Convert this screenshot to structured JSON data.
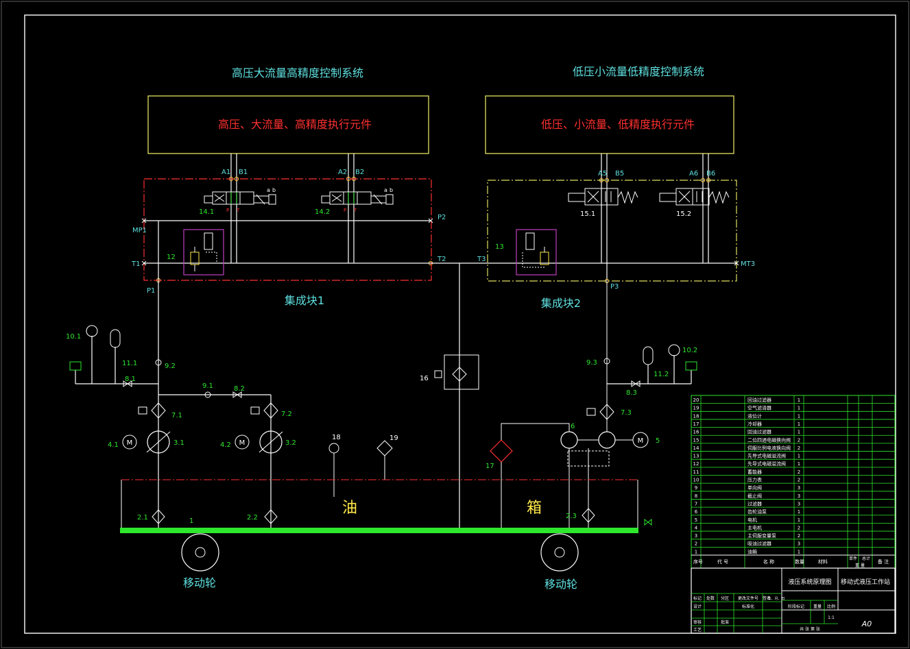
{
  "titles": {
    "system_left": "高压大流量高精度控制系统",
    "system_right": "低压小流量低精度控制系统",
    "actuator_left": "高压、大流量、高精度执行元件",
    "actuator_right": "低压、小流量、低精度执行元件",
    "block1": "集成块1",
    "block2": "集成块2",
    "tank_left": "油",
    "tank_right": "箱",
    "wheel_left": "移动轮",
    "wheel_right": "移动轮"
  },
  "ports": {
    "A1": "A1",
    "B1": "B1",
    "A2": "A2",
    "B2": "B2",
    "A5": "A5",
    "B5": "B5",
    "A6": "A6",
    "B6": "B6",
    "MP1": "MP1",
    "P2": "P2",
    "T1": "T1",
    "T2": "T2",
    "T3": "T3",
    "MT3": "MT3",
    "P1": "P1",
    "P3": "P3",
    "a": "a",
    "b": "b",
    "P": "P",
    "T": "T"
  },
  "labels": {
    "l14_1": "14.1",
    "l14_2": "14.2",
    "l15_1": "15.1",
    "l15_2": "15.2",
    "l12": "12",
    "l13": "13",
    "l10_1": "10.1",
    "l11_1": "11.1",
    "l9_2": "9.2",
    "l8_1": "8.1",
    "l9_1": "9.1",
    "l8_2": "8.2",
    "l7_1": "7.1",
    "l7_2": "7.2",
    "l4_1": "4.1",
    "l3_1": "3.1",
    "l4_2": "4.2",
    "l3_2": "3.2",
    "l18": "18",
    "l19": "19",
    "l16": "16",
    "l17": "17",
    "l6": "6",
    "l5": "5",
    "l7_3": "7.3",
    "l9_3": "9.3",
    "l8_3": "8.3",
    "l11_2": "11.2",
    "l10_2": "10.2",
    "l2_1": "2.1",
    "l2_2": "2.2",
    "l2_3": "2.3",
    "l1": "1",
    "motor": "M"
  },
  "bom": [
    {
      "no": "20",
      "name": "回油过滤器",
      "qty": "1"
    },
    {
      "no": "19",
      "name": "空气滤清器",
      "qty": "1"
    },
    {
      "no": "18",
      "name": "液位计",
      "qty": "1"
    },
    {
      "no": "17",
      "name": "冷却器",
      "qty": "1"
    },
    {
      "no": "16",
      "name": "回油过滤器",
      "qty": "1"
    },
    {
      "no": "15",
      "name": "二位四通电磁换向阀",
      "qty": "2"
    },
    {
      "no": "14",
      "name": "伺服比例电液换向阀",
      "qty": "2"
    },
    {
      "no": "13",
      "name": "先导式电磁溢流阀",
      "qty": "1"
    },
    {
      "no": "12",
      "name": "先导式电磁溢流阀",
      "qty": "1"
    },
    {
      "no": "11",
      "name": "蓄能器",
      "qty": "2"
    },
    {
      "no": "10",
      "name": "压力表",
      "qty": "2"
    },
    {
      "no": "9",
      "name": "单向阀",
      "qty": "3"
    },
    {
      "no": "8",
      "name": "截止阀",
      "qty": "3"
    },
    {
      "no": "7",
      "name": "过滤器",
      "qty": "3"
    },
    {
      "no": "6",
      "name": "齿轮油泵",
      "qty": "1"
    },
    {
      "no": "5",
      "name": "电机",
      "qty": "1"
    },
    {
      "no": "4",
      "name": "主电机",
      "qty": "2"
    },
    {
      "no": "3",
      "name": "主伺服变量泵",
      "qty": "2"
    },
    {
      "no": "2",
      "name": "吸油过滤器",
      "qty": "3"
    },
    {
      "no": "1",
      "name": "油箱",
      "qty": "1"
    }
  ],
  "title_block": {
    "col_no": "序号",
    "col_code": "代 号",
    "col_name": "名 称",
    "col_qty": "数量",
    "col_material": "材料",
    "col_weight1": "单件",
    "col_weight2": "总计",
    "col_weight3": "重 量",
    "col_note": "备 注",
    "drawing_name": "液压系统原理图",
    "product_name": "移动式液压工作站",
    "row_mark": "标记",
    "row_count": "处数",
    "row_zone": "分区",
    "row_doc": "更改文件号",
    "row_sign": "签名",
    "row_date": "年、月、日",
    "design": "设计",
    "standard": "标准化",
    "stage": "阶段标记",
    "weight": "重量",
    "scale": "比例",
    "scale_val": "1:1",
    "review": "审核",
    "process": "工艺",
    "approve": "批准",
    "sheets": "共 张 第 张",
    "size": "A0"
  },
  "colors": {
    "frame": "#ffffff",
    "actuator_box": "#e0e060",
    "block1": "#ff3030",
    "block2": "#e0e060",
    "relief_box": "#c040c0",
    "tank_bar": "#2ee82e",
    "bom_lines": "#2ee82e",
    "title_text": "#5fe0e0",
    "red_text": "#ff3030",
    "tank_text": "#ffe94a"
  }
}
